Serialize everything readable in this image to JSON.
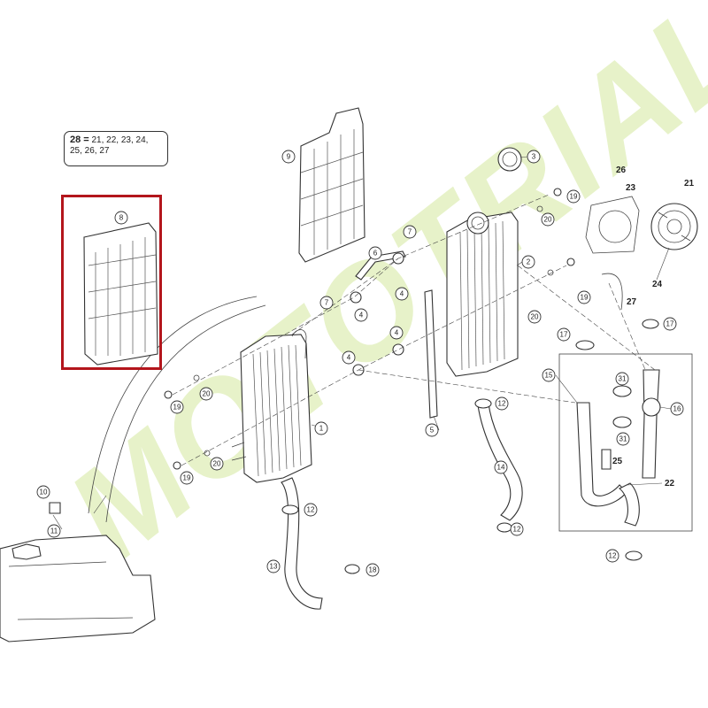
{
  "watermark": {
    "text": "MOTOTRIAL",
    "color": "#e7f2c9"
  },
  "note": {
    "key": "28 =",
    "line1": "21, 22, 23, 24,",
    "line2": "25, 26, 27"
  },
  "highlight_color": "#b3151c",
  "callouts": {
    "c1": "1",
    "c2": "2",
    "c3": "3",
    "c4a": "4",
    "c4b": "4",
    "c4c": "4",
    "c4d": "4",
    "c5": "5",
    "c6": "6",
    "c7a": "7",
    "c7b": "7",
    "c8": "8",
    "c9": "9",
    "c10": "10",
    "c11": "11",
    "c12a": "12",
    "c12b": "12",
    "c12c": "12",
    "c12d": "12",
    "c13": "13",
    "c14": "14",
    "c15": "15",
    "c16": "16",
    "c17a": "17",
    "c17b": "17",
    "c18": "18",
    "c19a": "19",
    "c19b": "19",
    "c19c": "19",
    "c19d": "19",
    "c20a": "20",
    "c20b": "20",
    "c20c": "20",
    "c20d": "20",
    "c31a": "31",
    "c31b": "31"
  },
  "labels": {
    "l21": "21",
    "l22": "22",
    "l23": "23",
    "l24": "24",
    "l25": "25",
    "l26": "26",
    "l27": "27"
  }
}
